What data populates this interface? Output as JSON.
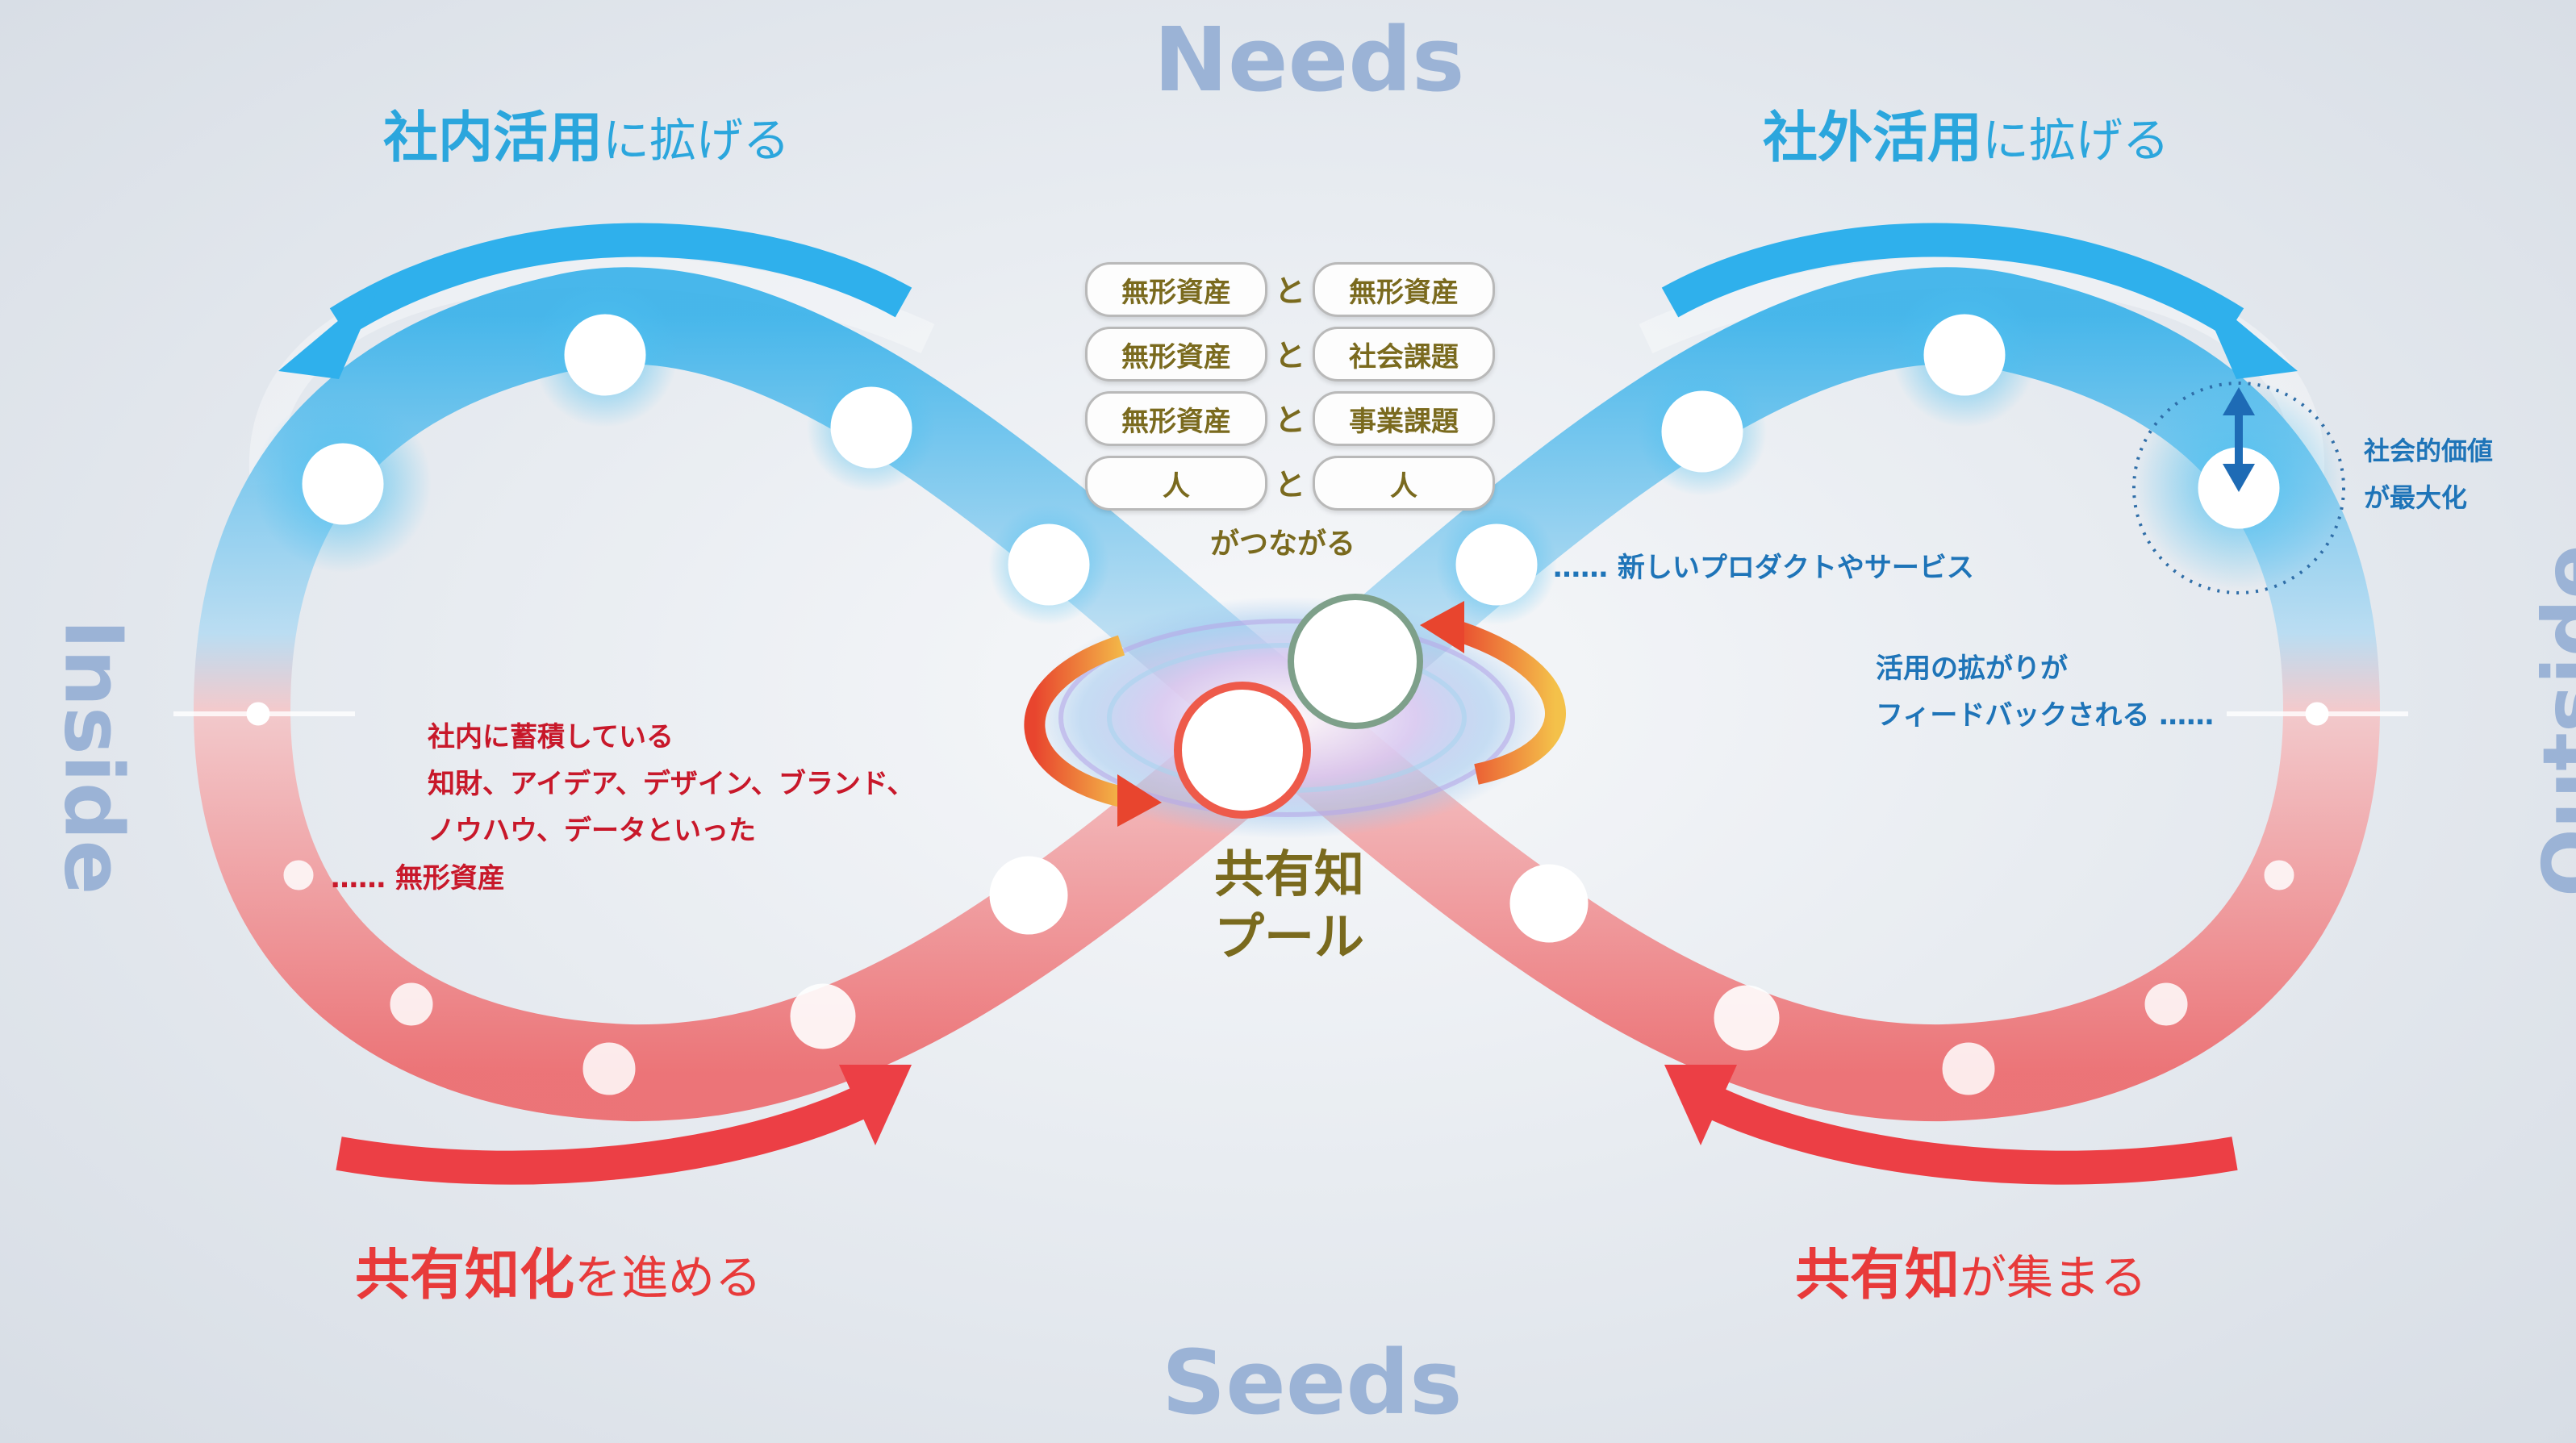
{
  "axes": {
    "top": "Needs",
    "bottom": "Seeds",
    "left": "Inside",
    "right": "Outside"
  },
  "headers": {
    "top_left": {
      "bold": "社内活用",
      "rest": "に拡げる"
    },
    "top_right": {
      "bold": "社外活用",
      "rest": "に拡げる"
    },
    "bottom_left": {
      "bold": "共有知化",
      "rest": "を進める"
    },
    "bottom_right": {
      "bold": "共有知",
      "rest": "が集まる"
    }
  },
  "pairs": [
    {
      "left": "無形資産",
      "conj": "と",
      "right": "無形資産"
    },
    {
      "left": "無形資産",
      "conj": "と",
      "right": "社会課題"
    },
    {
      "left": "無形資産",
      "conj": "と",
      "right": "事業課題"
    },
    {
      "left": "人",
      "conj": "と",
      "right": "人"
    }
  ],
  "pairs_caption": "がつながる",
  "center": {
    "line1": "共有知",
    "line2": "プール"
  },
  "annotations": {
    "new_product": "…… 新しいプロダクトやサービス",
    "social_value_1": "社会的価値",
    "social_value_2": "が最大化",
    "feedback_1": "活用の拡がりが",
    "feedback_2": "フィードバックされる ……",
    "assets_1": "社内に蓄積している",
    "assets_2": "知財、アイデア、デザイン、ブランド、",
    "assets_3": "ノウハウ、データといった",
    "assets_4": "…… 無形資産"
  },
  "colors": {
    "blue": "#2ba6dd",
    "red": "#e83a3a",
    "axis": "#9bb3d6",
    "gold": "#7a6a1e"
  }
}
